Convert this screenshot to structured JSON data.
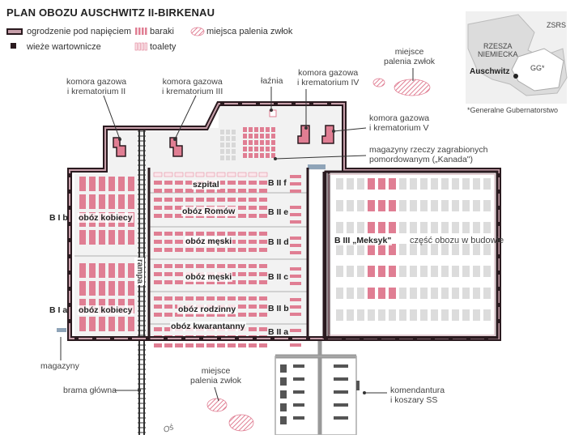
{
  "title": "PLAN OBOZU AUSCHWITZ II-BIRKENAU",
  "legend": {
    "fence": "ogrodzenie pod napięciem",
    "towers": "wieże wartownicze",
    "barracks": "baraki",
    "toilets": "toalety",
    "burning": "miejsca palenia zwłok"
  },
  "labels": {
    "krem2": [
      "komora gazowa",
      "i krematorium II"
    ],
    "krem3": [
      "komora gazowa",
      "i krematorium III"
    ],
    "laznia": "łaźnia",
    "krem4": [
      "komora gazowa",
      "i krematorium IV"
    ],
    "krem5": [
      "komora gazowa",
      "i krematorium V"
    ],
    "burn_top": [
      "miejsce",
      "palenia zwłok"
    ],
    "kanada": [
      "magazyny rzeczy zagrabionych",
      "pomordowanym („Kanada\")"
    ],
    "magazyny": "magazyny",
    "brama": "brama główna",
    "burn_bottom": [
      "miejsce",
      "palenia zwłok"
    ],
    "komendantura": [
      "komendantura",
      "i koszary SS"
    ],
    "budowa": "część obozu w budowie",
    "rampa": "rampa",
    "os": "Oś"
  },
  "camps": {
    "bib": "B I b",
    "bia": "B I a",
    "kobiecy_top": "obóz kobiecy",
    "kobiecy_bottom": "obóz kobiecy",
    "szpital": "szpital",
    "romow": "obóz Romów",
    "meski1": "obóz męski",
    "meski2": "obóz męski",
    "rodzinny": "obóz rodzinny",
    "kwarantanny": "obóz kwarantanny",
    "biif": "B II f",
    "biie": "B II e",
    "biid": "B II d",
    "biic": "B II c",
    "biib": "B II b",
    "biia": "B II a",
    "biii": "B III „Meksyk\""
  },
  "inset": {
    "zsrs": "ZSRS",
    "rzesza": [
      "RZESZA",
      "NIEMIECKA"
    ],
    "gg": "GG*",
    "auschwitz": "Auschwitz",
    "footnote": "*Generalne Gubernatorstwo"
  },
  "colors": {
    "fence": "#2a1a1f",
    "fence_inner": "#c8a0ab",
    "barrack": "#e07e93",
    "toilet_fill": "#fbe6eb",
    "grey_building": "#d8d8d8",
    "dark_building": "#555555",
    "ground": "#f2f2f2",
    "unbuilt": "#dcdcdc"
  }
}
